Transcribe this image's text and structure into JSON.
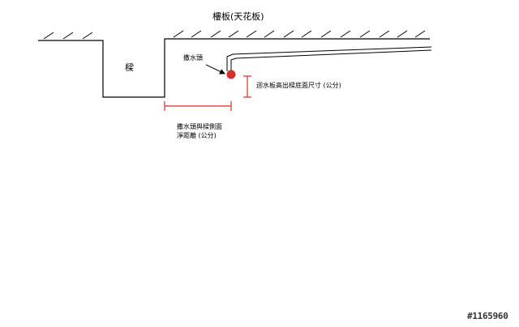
{
  "labels": {
    "ceiling": "樓板(天花板)",
    "beam": "樑",
    "sprinkler_head": "撒水頭",
    "deflector_height": "迴水板高出樑底面尺寸 (公分)",
    "horizontal_distance_line1": "撒水頭與樑側面",
    "horizontal_distance_line2": "淨距離 (公分)"
  },
  "watermark": "#1165960",
  "colors": {
    "line": "#000000",
    "dimension": "#d32f2f",
    "sprinkler": "#d32f2f"
  }
}
